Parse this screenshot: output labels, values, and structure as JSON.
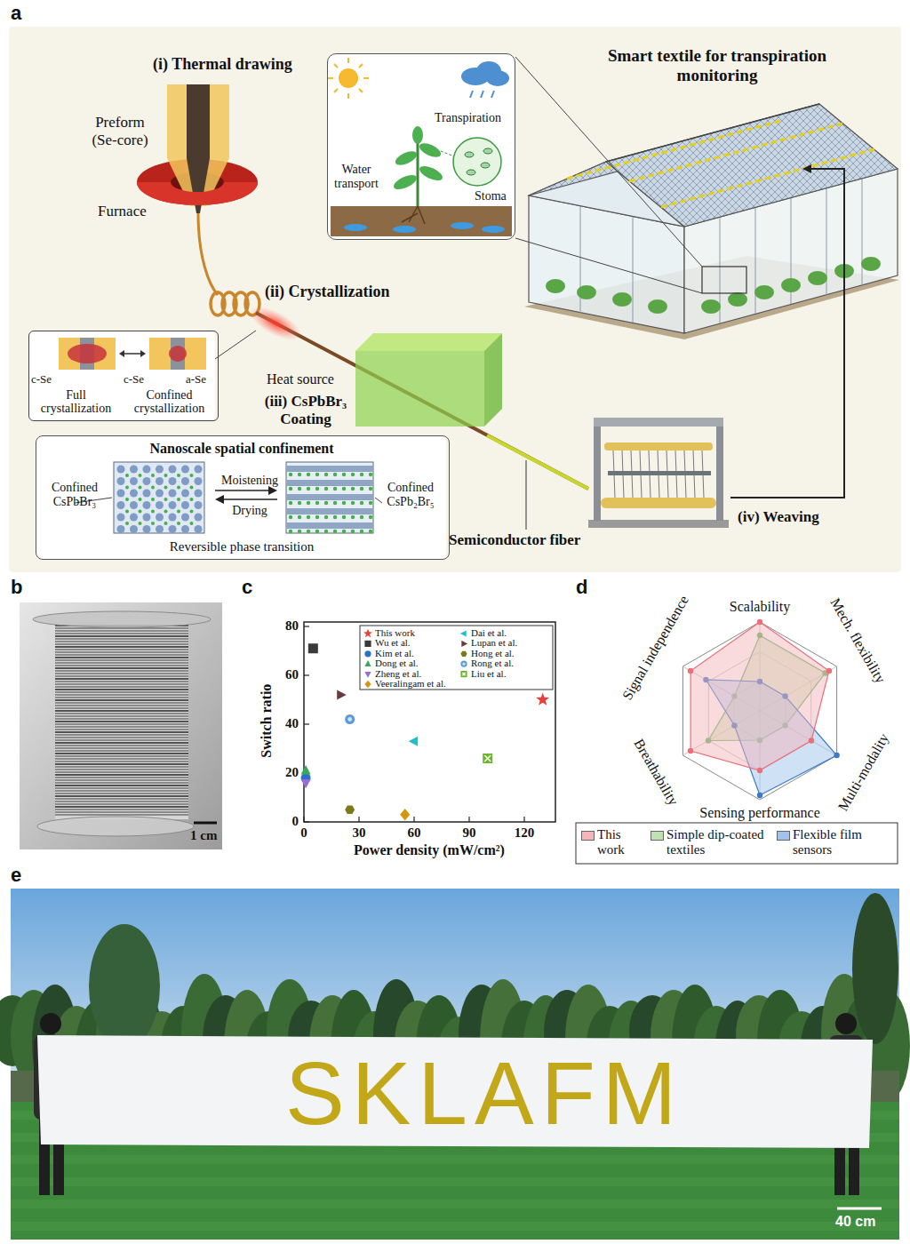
{
  "diagram": {
    "nodes": [
      {
        "text": [
          "Transpiration",
          "Water transport",
          "Stoma"
        ]
      },
      {
        "text": [
          "c-Se",
          "Full crystallization",
          "c-Se",
          "a-Se",
          "Confined crystallization"
        ]
      },
      {
        "text": [
          "Nanoscale spatial confinement",
          "Confined CsPbBr₃",
          "Moistening",
          "Drying",
          "Confined CsPb₂Br₅",
          "Reversible phase transition"
        ]
      }
    ],
    "labels": [
      "a",
      "(i) Thermal drawing",
      "Preform (Se-core)",
      "Furnace",
      "(ii) Crystallization",
      "Heat source",
      "(iii) CsPbBr₃ Coating",
      "Semiconductor fiber",
      "(iv) Weaving",
      "Smart textile for transpiration monitoring",
      "b",
      "1 cm",
      "c",
      "Switch ratio",
      "Power density (mW/cm²)",
      "0",
      "20",
      "40",
      "60",
      "80",
      "0",
      "30",
      "60",
      "90",
      "120",
      "d",
      "Scalability",
      "Mech. flexibility",
      "Multi-modality",
      "Sensing performance",
      "Breathability",
      "Signal independence",
      "e",
      "SKLAFM",
      "40 cm"
    ],
    "legend": [
      {
        "text": "This work"
      },
      {
        "text": "Wu et al."
      },
      {
        "text": "Kim et al."
      },
      {
        "text": "Dong et al."
      },
      {
        "text": "Zheng et al."
      },
      {
        "text": "Veeralingam et al."
      },
      {
        "text": "Dai et al."
      },
      {
        "text": "Lupan et al."
      },
      {
        "text": "Hong et al."
      },
      {
        "text": "Rong et al."
      },
      {
        "text": "Liu et al."
      },
      {
        "text": "This work",
        "color": "#f4b6bb"
      },
      {
        "text": "Simple dip-coated textiles",
        "color": "#bfe3b0"
      },
      {
        "text": "Flexible film sensors",
        "color": "#9fc3ec"
      }
    ]
  }
}
